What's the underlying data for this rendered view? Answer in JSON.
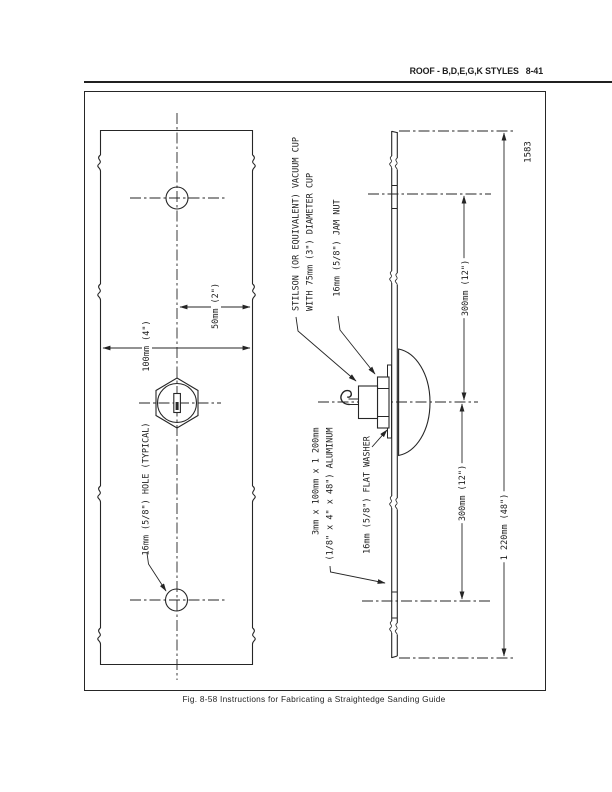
{
  "header": {
    "title": "ROOF - B,D,E,G,K STYLES",
    "page_number": "8-41"
  },
  "figure": {
    "caption": "Fig. 8-58 Instructions for Fabricating a Straightedge Sanding Guide",
    "figure_number": "1583",
    "labels": {
      "hole": "16mm (5/8\") HOLE (TYPICAL)",
      "vacuum_cup_line1": "STILSON (OR EQUIVALENT) VACUUM CUP",
      "vacuum_cup_line2": "WITH 75mm (3\") DIAMETER CUP",
      "jam_nut": "16mm (5/8\") JAM NUT",
      "aluminum_line1": "3mm x 100mm x 1 200mm",
      "aluminum_line2": "(1/8\" x 4\" x 48\") ALUMINUM",
      "flat_washer": "16mm (5/8\") FLAT WASHER"
    },
    "dimensions": {
      "half_width": "50mm (2\")",
      "width": "100mm (4\")",
      "top_to_center": "300mm (12\")",
      "center_to_bottom": "300mm (12\")",
      "overall_length": "1 220mm (48\")"
    }
  },
  "colors": {
    "ink": "#222222",
    "paper": "#ffffff"
  }
}
